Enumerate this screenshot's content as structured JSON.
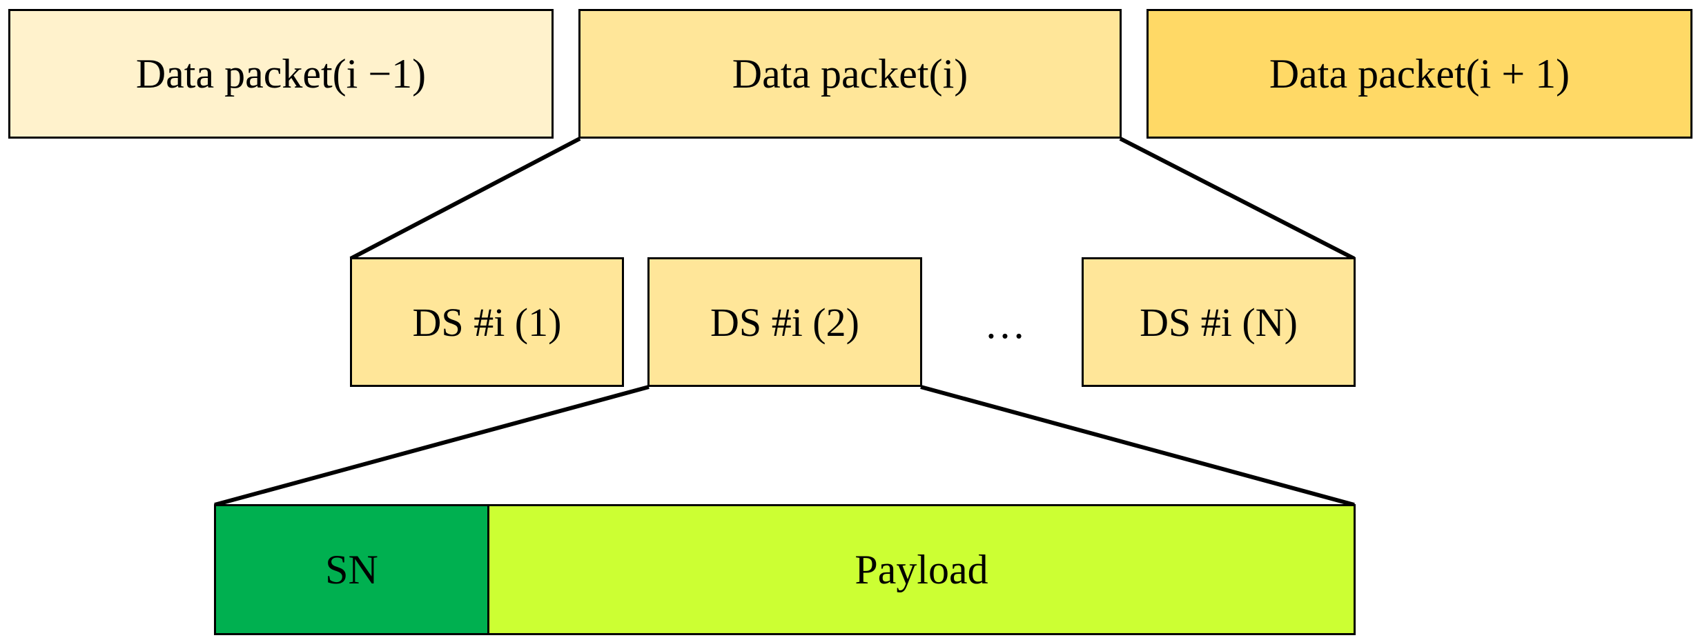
{
  "packets": [
    {
      "label": "Data packet(i −1)",
      "fill": "#FFF2CC"
    },
    {
      "label": "Data packet(i)",
      "fill": "#FFE699"
    },
    {
      "label": "Data packet(i + 1)",
      "fill": "#FFD966"
    }
  ],
  "segments": [
    {
      "label": "DS #i (1)"
    },
    {
      "label": "DS #i (2)"
    },
    {
      "label": "DS #i (N)"
    }
  ],
  "segment_fill": "#FFE699",
  "ellipsis": "…",
  "fields": [
    {
      "label": "SN",
      "fill": "#00B050"
    },
    {
      "label": "Payload",
      "fill": "#CCFF33"
    }
  ],
  "line_color": "#000000"
}
